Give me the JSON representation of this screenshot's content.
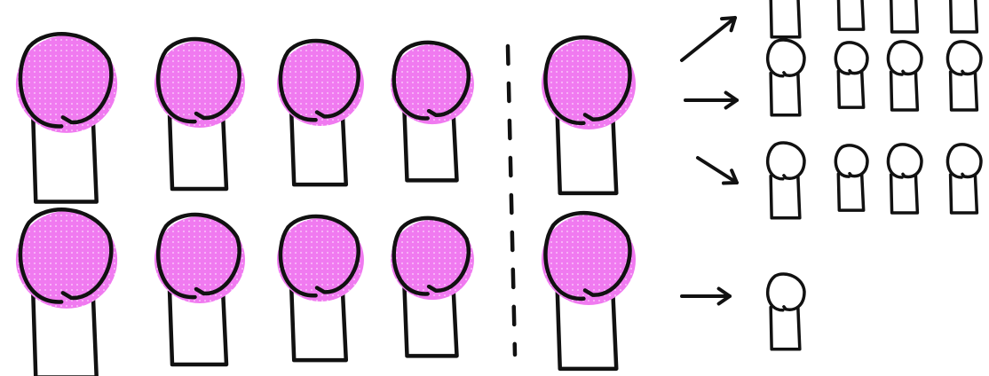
{
  "colors": {
    "highlight": "#f07af0",
    "highlight_dots": "#ffd6ff",
    "stroke": "#111111",
    "background": "#ffffff"
  },
  "left_group": {
    "rows": 2,
    "figures_per_row": 4,
    "style": "large-highlighted"
  },
  "middle_group": {
    "figures": 2,
    "style": "large-highlighted"
  },
  "divider": {
    "style": "dashed-vertical"
  },
  "right_group": {
    "rows": [
      {
        "arrow": "arrow-up-right",
        "figures": 4,
        "style": "small-outline",
        "partially_cropped": true
      },
      {
        "arrow": "arrow-right",
        "figures": 4,
        "style": "small-outline"
      },
      {
        "arrow": "arrow-down-right",
        "figures": 4,
        "style": "small-outline"
      },
      {
        "arrow": "arrow-right",
        "figures": 1,
        "style": "small-outline"
      }
    ]
  }
}
